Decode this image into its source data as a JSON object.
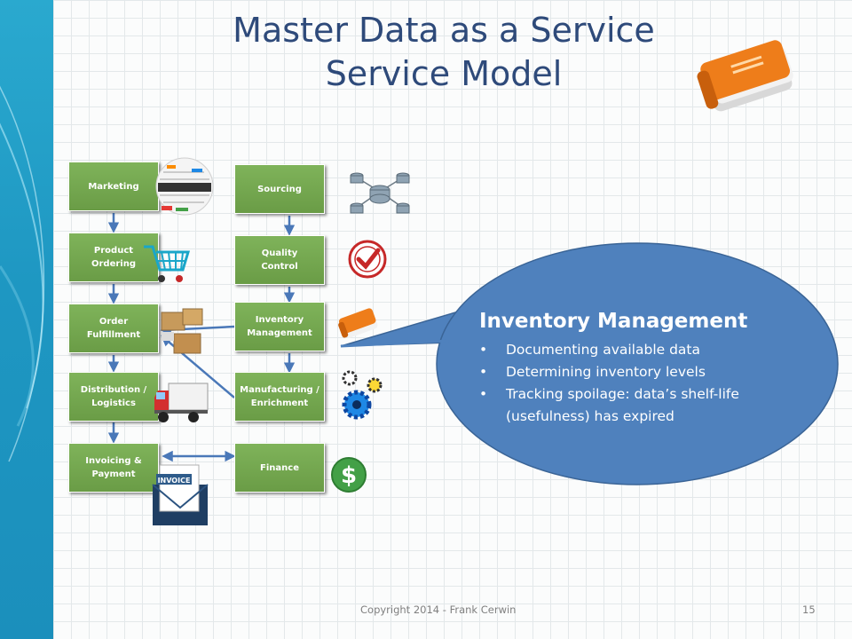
{
  "title": {
    "line1": "Master Data as a Service",
    "line2": "Service Model"
  },
  "left_column": [
    {
      "id": "marketing",
      "label": "Marketing",
      "icon": "marketing-word-sphere-icon"
    },
    {
      "id": "product-ordering",
      "label": "Product\nOrdering",
      "icon": "shopping-cart-icon"
    },
    {
      "id": "order-fulfillment",
      "label": "Order\nFulfillment",
      "icon": "boxes-icon"
    },
    {
      "id": "distribution-logistics",
      "label": "Distribution /\nLogistics",
      "icon": "truck-icon"
    },
    {
      "id": "invoicing-payment",
      "label": "Invoicing &\nPayment",
      "icon": "invoice-envelope-icon"
    }
  ],
  "right_column": [
    {
      "id": "sourcing",
      "label": "Sourcing",
      "icon": "database-network-icon"
    },
    {
      "id": "quality-control",
      "label": "Quality\nControl",
      "icon": "approved-stamp-icon"
    },
    {
      "id": "inventory-management",
      "label": "Inventory\nManagement",
      "icon": "book-icon"
    },
    {
      "id": "manufacturing-enrichment",
      "label": "Manufacturing /\nEnrichment",
      "icon": "gears-icon"
    },
    {
      "id": "finance",
      "label": "Finance",
      "icon": "dollar-icon"
    }
  ],
  "callout": {
    "title": "Inventory Management",
    "bullets": [
      "Documenting available  data",
      "Determining inventory levels",
      "Tracking spoilage:  data’s shelf-life (usefulness)  has expired"
    ]
  },
  "footer": {
    "copyright": "Copyright 2014 - Frank Cerwin",
    "page": "15"
  },
  "colors": {
    "title": "#2e4a7a",
    "box": "#77a951",
    "arrow": "#4a78b8",
    "bubble": "#4f81bd",
    "accent_band": "#1e9ac5"
  },
  "icons": {
    "title_icon": "book-icon"
  }
}
